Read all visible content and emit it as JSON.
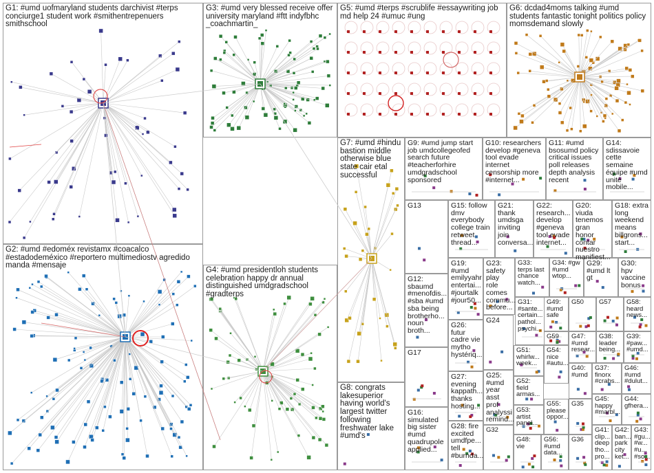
{
  "graph": {
    "groups": [
      {
        "id": "G1",
        "label": "G1: #umd uofmaryland students darchivist #terps conciurge1 student work #smithentrepenuers smithschool",
        "color": "#3a3a8c"
      },
      {
        "id": "G2",
        "label": "G2: #umd #edoméx revistamx #coacalco #estadodeméxico #reportero multimediostv agredido manda #mensaje",
        "color": "#1f6fb5"
      },
      {
        "id": "G3",
        "label": "G3: #umd very blessed receive offer university maryland #ftt indyfbhc _coachmartin_",
        "color": "#2e7d3a"
      },
      {
        "id": "G4",
        "label": "G4: #umd presidentloh students celebration happy dr annual distinguished umdgradschool #gradterps",
        "color": "#3f8f3f"
      },
      {
        "id": "G5",
        "label": "G5: #umd #terps #scrublife #essaywriting job md help 24 #umuc #ung",
        "color": "#b22222"
      },
      {
        "id": "G6",
        "label": "G6: dcdad4moms talking #umd students fantastic tonight politics policy momsdemand slowly",
        "color": "#c07a1a"
      },
      {
        "id": "G7",
        "label": "G7: #umd #hindu bastion middle otherwise blue state cair etal successful",
        "color": "#c7a21c"
      },
      {
        "id": "G8",
        "label": "G8: congrats lakesuperior having world's largest twitter following freshwater lake #umd's",
        "color": "#6a6a6a"
      },
      {
        "id": "G9",
        "label": "G9: #umd jump start job umdcollegeofed search future #teacherforhire umdgradschool sponsored",
        "color": "#8a3a8a"
      },
      {
        "id": "G10",
        "label": "G10: researchers develop #geneva tool evade internet censorship more #internet...",
        "color": "#555555"
      },
      {
        "id": "G11",
        "label": "G11: #umd bsosumd policy critical issues poll releases depth analysis recent",
        "color": "#555555"
      },
      {
        "id": "G12",
        "label": "G12: sbaumd #menofdis... #sba #umd sba being brotherho... noun broth...",
        "color": "#555555"
      },
      {
        "id": "G13",
        "label": "G13",
        "color": "#555555"
      },
      {
        "id": "G14",
        "label": "G14: sdissavoie cette semaine équipe #umd unité mobile...",
        "color": "#555555"
      },
      {
        "id": "G15",
        "label": "G15: follow dmv everybody college train retweet thread...",
        "color": "#555555"
      },
      {
        "id": "G16",
        "label": "G16: simulated big sister #umd quadrupole applied...",
        "color": "#555555"
      },
      {
        "id": "G17",
        "label": "G17",
        "color": "#555555"
      },
      {
        "id": "G18",
        "label": "G18: extra long weekend means billgrons... start...",
        "color": "#555555"
      },
      {
        "id": "G19",
        "label": "G19: #umd emilyyahr entertai... #jourtalk #jour50...",
        "color": "#555555"
      },
      {
        "id": "G20",
        "label": "G20: viuda tenemos gran honor contar nuestro manifiest...",
        "color": "#555555"
      },
      {
        "id": "G21",
        "label": "G21: thank umdsga inviting join conversa...",
        "color": "#555555"
      },
      {
        "id": "G22",
        "label": "G22: research... develop #geneva tool evade internet...",
        "color": "#555555"
      },
      {
        "id": "G23",
        "label": "G23: safety play role comes commu... before...",
        "color": "#555555"
      },
      {
        "id": "G24",
        "label": "G24",
        "color": "#555555"
      },
      {
        "id": "G25",
        "label": "G25: #umd year asst prof analyssi remind...",
        "color": "#555555"
      },
      {
        "id": "G26",
        "label": "G26: futur cadre vie mytho hystériq...",
        "color": "#555555"
      },
      {
        "id": "G27",
        "label": "G27: evening kappath... thanks hosting...",
        "color": "#555555"
      },
      {
        "id": "G28",
        "label": "G28: fire excited umdfpe... tell #burnda...",
        "color": "#555555"
      },
      {
        "id": "G29",
        "label": "G29: #umd lt gt",
        "color": "#555555"
      },
      {
        "id": "G30",
        "label": "G30: hpv vaccine bonus",
        "color": "#555555"
      },
      {
        "id": "G31",
        "label": "G31: #sante... certain... pathol... psychi...",
        "color": "#555555"
      },
      {
        "id": "G32",
        "label": "G32",
        "color": "#555555"
      },
      {
        "id": "G33",
        "label": "G33: terps last chance watch...",
        "color": "#555555"
      },
      {
        "id": "G34",
        "label": "G34: #gw #umd wtop...",
        "color": "#555555"
      },
      {
        "id": "G35",
        "label": "G35",
        "color": "#555555"
      },
      {
        "id": "G36",
        "label": "G36",
        "color": "#555555"
      },
      {
        "id": "G37",
        "label": "G37: finorx #crabs...",
        "color": "#555555"
      },
      {
        "id": "G38",
        "label": "G38: leader being...",
        "color": "#555555"
      },
      {
        "id": "G39",
        "label": "G39: #paw... #umd...",
        "color": "#555555"
      },
      {
        "id": "G40",
        "label": "G40: #umd",
        "color": "#555555"
      },
      {
        "id": "G41",
        "label": "G41: clip... deep tho... pro...",
        "color": "#555555"
      },
      {
        "id": "G42",
        "label": "G42: ban... park city ket...",
        "color": "#555555"
      },
      {
        "id": "G43",
        "label": "G43: #gu... #w... #u... #so...",
        "color": "#555555"
      },
      {
        "id": "G44",
        "label": "G44: gfhera...",
        "color": "#555555"
      },
      {
        "id": "G45",
        "label": "G45: happy #marbl...",
        "color": "#555555"
      },
      {
        "id": "G46",
        "label": "G46: #umd #dulut...",
        "color": "#555555"
      },
      {
        "id": "G47",
        "label": "G47: #umd resear...",
        "color": "#555555"
      },
      {
        "id": "G48",
        "label": "G48: vie",
        "color": "#555555"
      },
      {
        "id": "G49",
        "label": "G49: #umd safe",
        "color": "#555555"
      },
      {
        "id": "G50",
        "label": "G50",
        "color": "#555555"
      },
      {
        "id": "G51",
        "label": "G51: whirlw... week...",
        "color": "#555555"
      },
      {
        "id": "G52",
        "label": "G52: field armas...",
        "color": "#555555"
      },
      {
        "id": "G53",
        "label": "G53: artist panel...",
        "color": "#555555"
      },
      {
        "id": "G54",
        "label": "G54: nice #autu...",
        "color": "#555555"
      },
      {
        "id": "G55",
        "label": "G55: please oppor...",
        "color": "#555555"
      },
      {
        "id": "G56",
        "label": "G56: #umd data...",
        "color": "#555555"
      },
      {
        "id": "G57",
        "label": "G57",
        "color": "#555555"
      },
      {
        "id": "G58",
        "label": "G58: heard news...",
        "color": "#555555"
      },
      {
        "id": "G59",
        "label": "G59",
        "color": "#555555"
      }
    ]
  }
}
